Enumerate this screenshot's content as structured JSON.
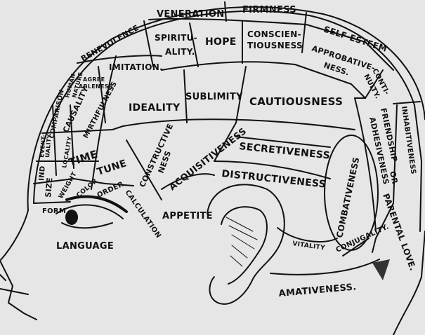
{
  "colors": {
    "background": "#e6e6e6",
    "ink": "#111111"
  },
  "regions": {
    "veneration": "VENERATION",
    "firmness": "FIRMNESS",
    "self_esteem": "SELF-ESTEEM",
    "benevolence": "BENEVOLENCE",
    "spirituality_1": "SPIRITU-",
    "spirituality_2": "ALITY.",
    "hope": "HOPE",
    "conscientiousness_1": "CONSCIEN-",
    "conscientiousness_2": "TIOUSNESS",
    "approbativeness_1": "APPROBATIVE-",
    "approbativeness_2": "NESS.",
    "continuity_1": "CONTI-",
    "continuity_2": "NUITY.",
    "human_nature_1": "HUMAN",
    "human_nature_2": "NATURE",
    "imitation": "IMITATION.",
    "agreeableness_1": "AGREE",
    "agreeableness_2": "ABLENESS",
    "comparison": "COMPARISON",
    "causality": "CAUSALITY",
    "mirthfulness": "MIRTHFULNESS",
    "ideality": "IDEALITY",
    "sublimity": "SUBLIMITY",
    "cautiousness": "CAUTIOUSNESS",
    "inhabitiveness": "INHABITIVENESS",
    "friendship_1": "FRIENDSHIP",
    "friendship_2": "ADHESIVENESS",
    "friendship_or": "OR",
    "eventuality_1": "EVENT-",
    "eventuality_2": "UALITY",
    "individuality": "IND",
    "locality": "LOCALITY",
    "time": "TIME",
    "tune": "TUNE",
    "constructiveness_1": "CONSTRUCTIVE",
    "constructiveness_2": "NESS",
    "acquisitiveness": "ACQUISITIVENESS",
    "secretiveness": "SECRETIVENESS",
    "destructiveness": "DISTRUCTIVENESS",
    "combativeness": "COMBATIVENESS",
    "parental_love": "PARENTAL LOVE.",
    "size": "SIZE",
    "weight": "WEIGHT",
    "color": "COLOR",
    "order": "ORDER",
    "calculation": "CALCULATION",
    "form": "FORM",
    "appetite": "APPETITE",
    "vitality": "VITALITY",
    "conjugality": "CONJUGALITY.",
    "amativeness": "AMATIVENESS.",
    "language": "LANGUAGE"
  }
}
